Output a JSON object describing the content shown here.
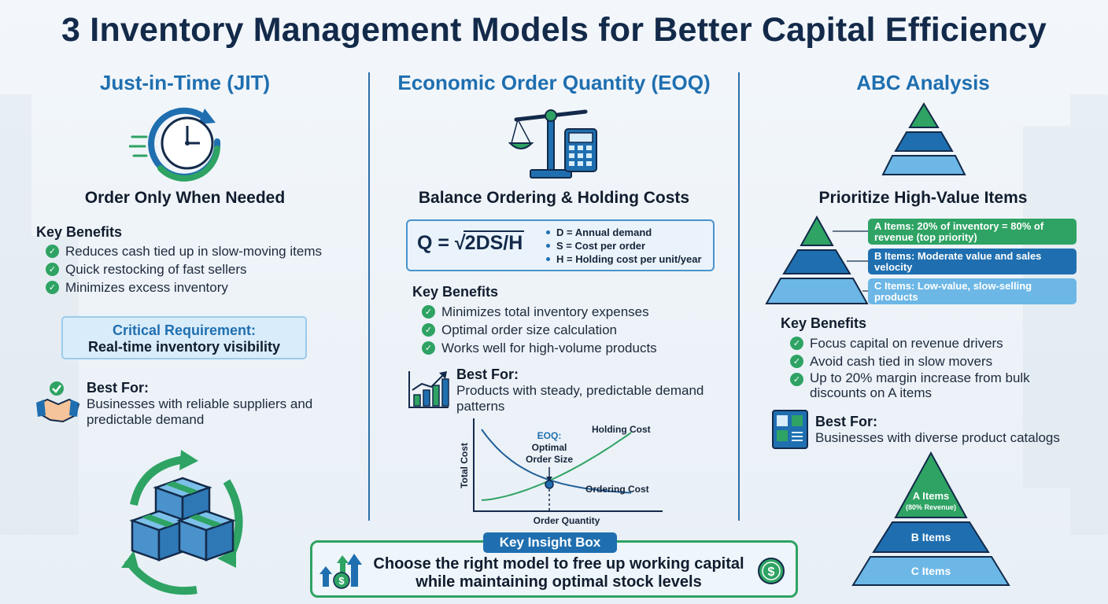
{
  "title": "3 Inventory Management Models for Better Capital Efficiency",
  "jit": {
    "title": "Just-in-Time (JIT)",
    "subtitle": "Order Only When Needed",
    "key_benefits_title": "Key Benefits",
    "benefits": [
      "Reduces cash tied up in slow-moving items",
      "Quick restocking of fast sellers",
      "Minimizes excess inventory"
    ],
    "requirement_label": "Critical Requirement:",
    "requirement_value": "Real-time inventory visibility",
    "best_for_title": "Best For:",
    "best_for_text": "Businesses with reliable suppliers and predictable demand",
    "icons": [
      "clock-icon",
      "handshake-icon",
      "boxes-cycle-icon"
    ]
  },
  "eoq": {
    "title": "Economic Order Quantity (EOQ)",
    "subtitle": "Balance Ordering & Holding Costs",
    "formula_lhs": "Q = √",
    "formula_rhs": "2DS/H",
    "definitions": [
      "D = Annual demand",
      "S = Cost per order",
      "H = Holding cost per unit/year"
    ],
    "key_benefits_title": "Key Benefits",
    "benefits": [
      "Minimizes total inventory expenses",
      "Optimal order size calculation",
      "Works well for high-volume products"
    ],
    "best_for_title": "Best For:",
    "best_for_text": "Products with steady, predictable demand patterns",
    "icons": [
      "scale-calculator-icon",
      "growth-chart-icon"
    ]
  },
  "chart_data": {
    "type": "line",
    "xlabel": "Order Quantity",
    "ylabel": "Total Cost",
    "series": [
      {
        "name": "Holding Cost",
        "trend": "increasing"
      },
      {
        "name": "Ordering Cost",
        "trend": "decreasing"
      }
    ],
    "annotation_lines": [
      "EOQ:",
      "Optimal",
      "Order Size"
    ],
    "annotation": "EOQ: Optimal Order Size",
    "colors": {
      "holding": "#2ea363",
      "ordering": "#1f5f96",
      "point": "#1f6fb0"
    }
  },
  "abc": {
    "title": "ABC Analysis",
    "subtitle": "Prioritize High-Value Items",
    "tiers": [
      {
        "label": "A Items: 20% of inventory = 80% of revenue (top priority)",
        "color": "#2ea363"
      },
      {
        "label": "B Items: Moderate value and sales velocity",
        "color": "#1f6fb0"
      },
      {
        "label": "C Items: Low-value, slow-selling products",
        "color": "#6cb7e6"
      }
    ],
    "key_benefits_title": "Key Benefits",
    "benefits": [
      "Focus capital on revenue drivers",
      "Avoid cash tied in slow movers",
      "Up to 20% margin increase from bulk discounts on A items"
    ],
    "best_for_title": "Best For:",
    "best_for_text": "Businesses with diverse product catalogs",
    "pyramid": {
      "a_label": "A Items",
      "a_sub": "(80% Revenue)",
      "b_label": "B Items",
      "c_label": "C Items"
    },
    "icons": [
      "pyramid-icon",
      "catalog-icon"
    ]
  },
  "insight": {
    "tag": "Key Insight Box",
    "text": "Choose the right model to free up working capital while maintaining optimal stock levels",
    "icons": [
      "growth-arrows-icon",
      "dollar-coin-icon"
    ]
  }
}
